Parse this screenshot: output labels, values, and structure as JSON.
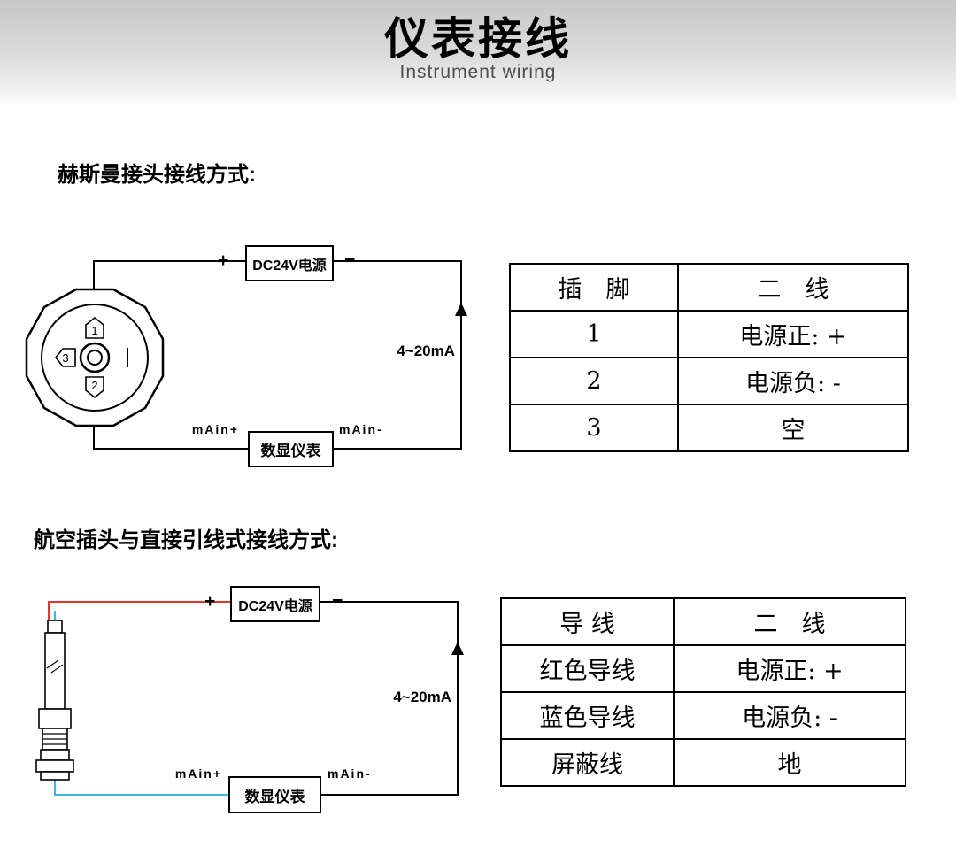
{
  "header": {
    "title": "仪表接线",
    "subtitle": "Instrument wiring"
  },
  "sections": [
    {
      "heading": "赫斯曼接头接线方式:",
      "diagram": {
        "power_box": "DC24V电源",
        "plus": "+",
        "minus": "−",
        "current": "4~20mA",
        "meter_box": "数显仪表",
        "meter_plus": "mAin+",
        "meter_minus": "mAin-",
        "pin1": "1",
        "pin2": "2",
        "pin3": "3"
      },
      "table": {
        "headers": [
          "插　脚",
          "二　线"
        ],
        "rows": [
          [
            "1",
            "电源正: +"
          ],
          [
            "2",
            "电源负: -"
          ],
          [
            "3",
            "空"
          ]
        ]
      }
    },
    {
      "heading": "航空插头与直接引线式接线方式:",
      "diagram": {
        "power_box": "DC24V电源",
        "plus": "+",
        "minus": "−",
        "current": "4~20mA",
        "meter_box": "数显仪表",
        "meter_plus": "mAin+",
        "meter_minus": "mAin-"
      },
      "table": {
        "headers": [
          "导 线",
          "二　线"
        ],
        "rows": [
          [
            "红色导线",
            "电源正: +"
          ],
          [
            "蓝色导线",
            "电源负: -"
          ],
          [
            "屏蔽线",
            "地"
          ]
        ]
      }
    }
  ],
  "colors": {
    "red_wire": "#e8342a",
    "blue_wire": "#3fb6e8",
    "wire": "#000000"
  }
}
